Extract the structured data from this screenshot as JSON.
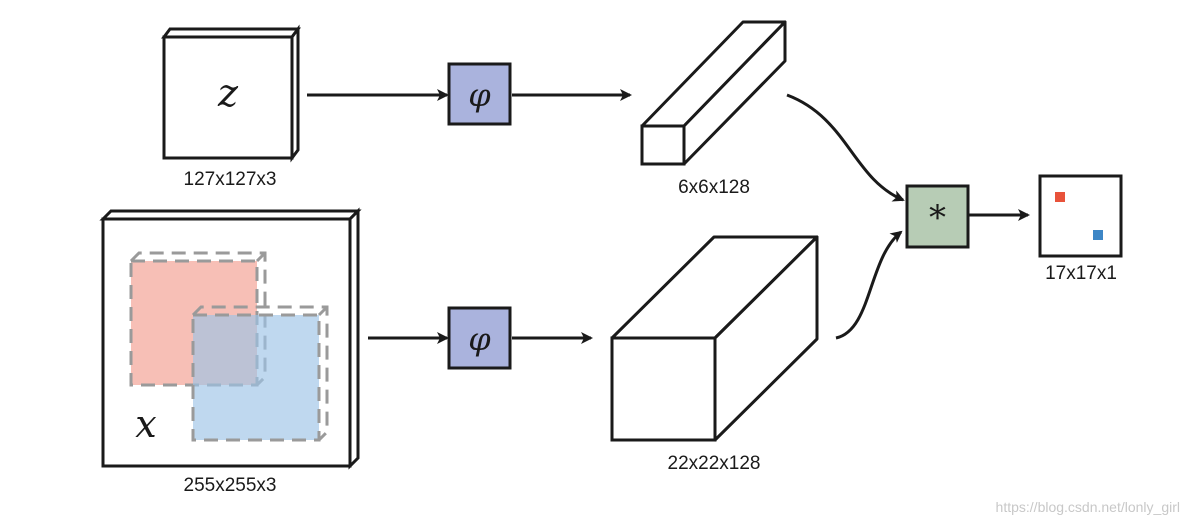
{
  "exemplar": {
    "symbol": "z",
    "size_label": "127x127x3"
  },
  "search": {
    "symbol": "x",
    "size_label": "255x255x3"
  },
  "embedding": {
    "symbol": "φ",
    "fill_color": "#aab3dd"
  },
  "exemplar_feature": {
    "size_label": "6x6x128"
  },
  "search_feature": {
    "size_label": "22x22x128"
  },
  "cross_correlation": {
    "symbol": "*",
    "fill_color": "#b7ccb5"
  },
  "score_map": {
    "size_label": "17x17x1",
    "colors": [
      "#e8523a",
      "#3d86c6"
    ]
  },
  "crop_colors": {
    "first": "#f3a497",
    "second": "#9cc3e6"
  },
  "watermark": "https://blog.csdn.net/lonly_girl"
}
